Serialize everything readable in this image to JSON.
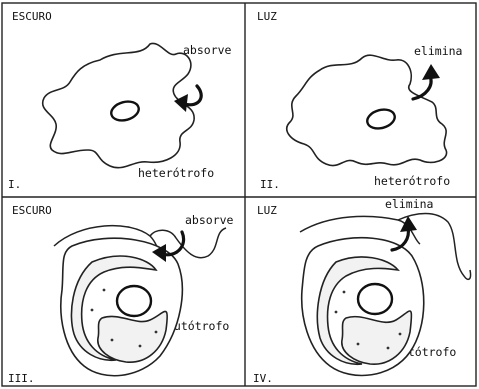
{
  "panels": [
    {
      "numeral": "I.",
      "condition": "ESCURO",
      "action": "absorve",
      "organism": "heterótrofo"
    },
    {
      "numeral": "II.",
      "condition": "LUZ",
      "action": "elimina",
      "organism": "heterótrofo"
    },
    {
      "numeral": "III.",
      "condition": "ESCURO",
      "action": "absorve",
      "organism": "autótrofo"
    },
    {
      "numeral": "IV.",
      "condition": "LUZ",
      "action": "elimina",
      "organism": "autótrofo"
    }
  ]
}
